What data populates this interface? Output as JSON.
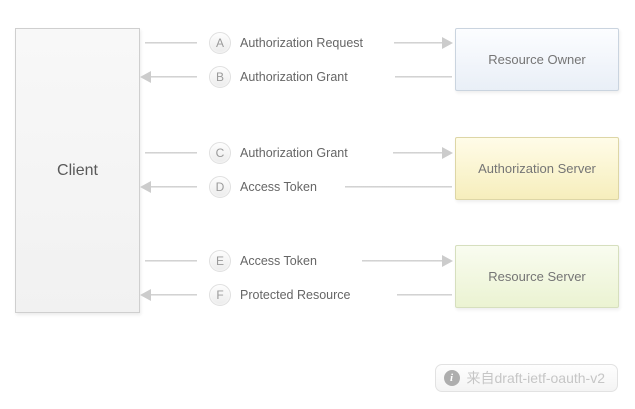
{
  "client": {
    "label": "Client"
  },
  "flows": [
    {
      "letter": "A",
      "label": "Authorization Request",
      "direction": "client-to-server"
    },
    {
      "letter": "B",
      "label": "Authorization Grant",
      "direction": "server-to-client"
    },
    {
      "letter": "C",
      "label": "Authorization Grant",
      "direction": "client-to-server"
    },
    {
      "letter": "D",
      "label": "Access Token",
      "direction": "server-to-client"
    },
    {
      "letter": "E",
      "label": "Access Token",
      "direction": "client-to-server"
    },
    {
      "letter": "F",
      "label": "Protected Resource",
      "direction": "server-to-client"
    }
  ],
  "servers": [
    {
      "label": "Resource Owner",
      "fill": "#e9eff7",
      "border": "#cad4df"
    },
    {
      "label": "Authorization Server",
      "fill": "#f6eebc",
      "border": "#ddd6a6"
    },
    {
      "label": "Resource Server",
      "fill": "#ebf3d2",
      "border": "#d6dfbe"
    }
  ],
  "badge": {
    "icon": "info-icon",
    "icon_glyph": "i",
    "text": "来自draft-ietf-oauth-v2"
  },
  "colors": {
    "arrow": "#cccccc",
    "line": "#d5d5d5",
    "label_text": "#666666",
    "box_text": "#757575"
  }
}
